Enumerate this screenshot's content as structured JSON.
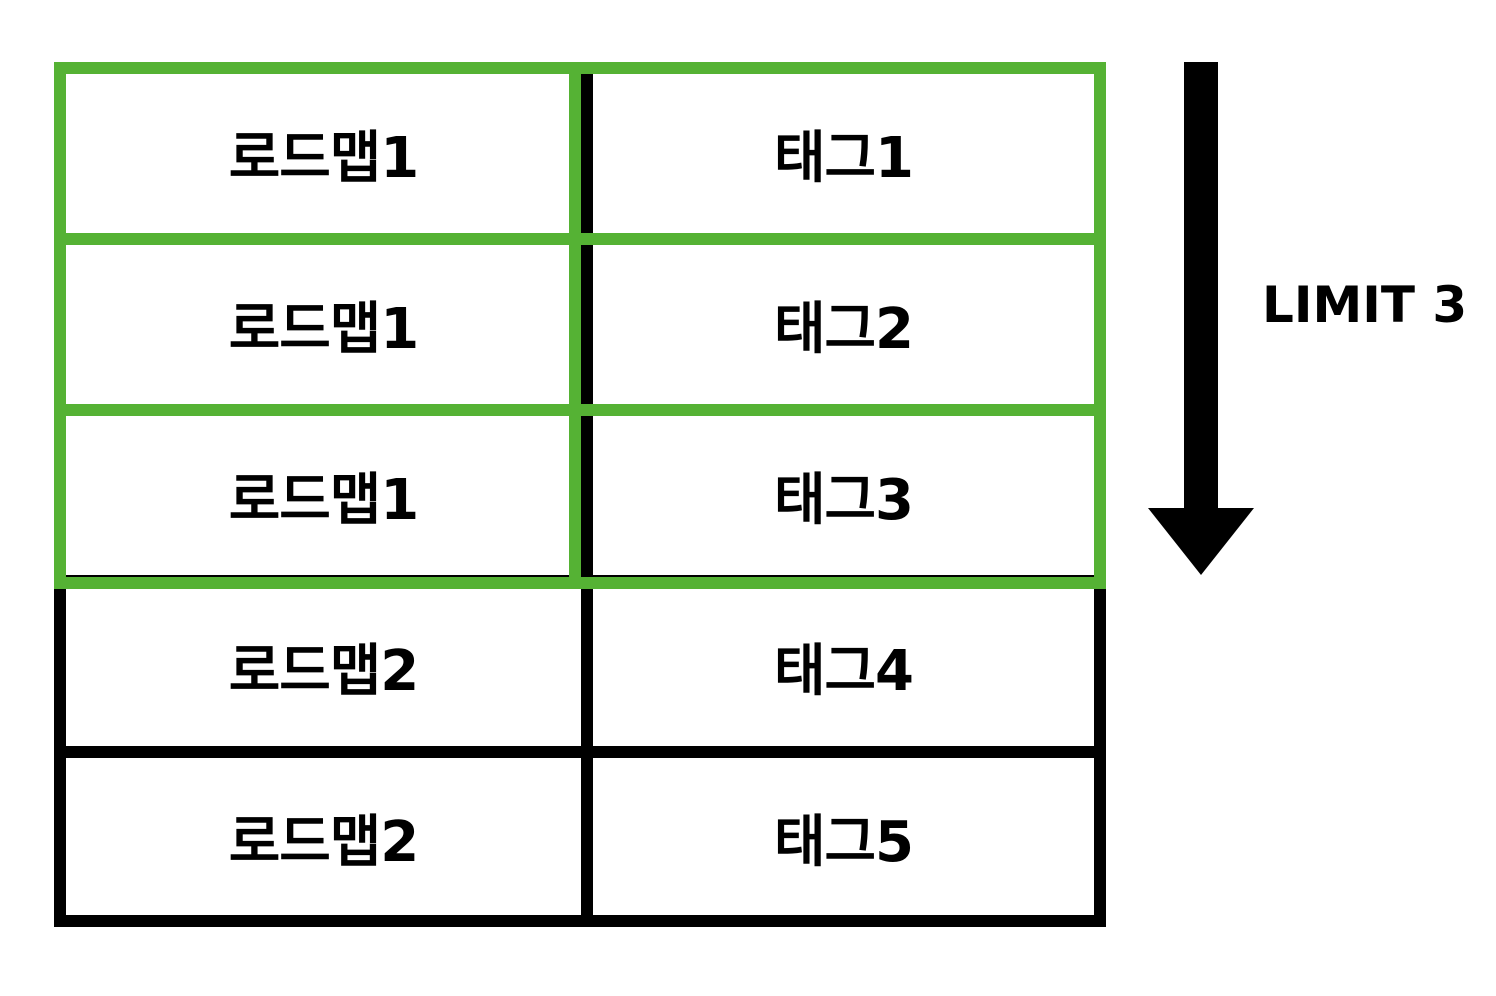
{
  "table": {
    "rows": [
      {
        "roadmap": "로드맵1",
        "tag": "태그1",
        "selected": true
      },
      {
        "roadmap": "로드맵1",
        "tag": "태그2",
        "selected": true
      },
      {
        "roadmap": "로드맵1",
        "tag": "태그3",
        "selected": true
      },
      {
        "roadmap": "로드맵2",
        "tag": "태그4",
        "selected": false
      },
      {
        "roadmap": "로드맵2",
        "tag": "태그5",
        "selected": false
      }
    ]
  },
  "limit": {
    "label": "LIMIT 3"
  },
  "colors": {
    "highlight": "#55b234",
    "border": "#000000",
    "text": "#000000",
    "background": "#ffffff"
  }
}
